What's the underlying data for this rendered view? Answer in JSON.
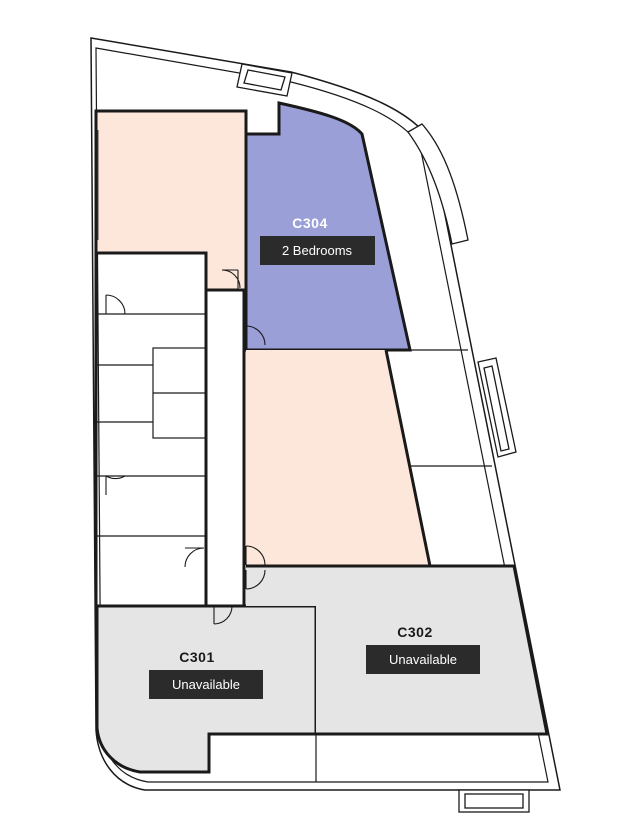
{
  "colors": {
    "available_unit": "#9a9fd8",
    "unavailable_unit": "#e5e5e5",
    "other_unit": "#fde7db",
    "label_box": "#2b2b2b",
    "label_text": "#ffffff",
    "title_text": "#1a1a1a",
    "title_text_on_available": "#ffffff",
    "wall": "#1a1a1a"
  },
  "units": {
    "c304": {
      "title": "C304",
      "status": "2 Bedrooms"
    },
    "c301": {
      "title": "C301",
      "status": "Unavailable"
    },
    "c302": {
      "title": "C302",
      "status": "Unavailable"
    }
  }
}
